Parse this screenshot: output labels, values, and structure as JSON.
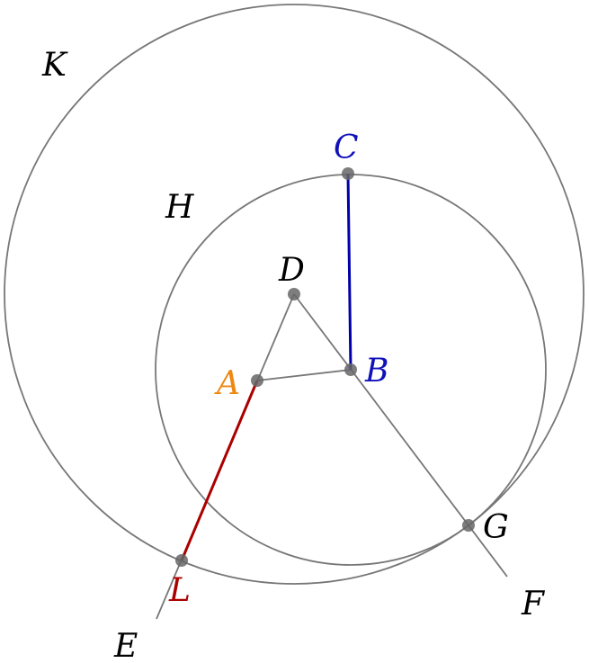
{
  "colors": {
    "construction": "#777777",
    "point_fill": "#666666",
    "label_default": "#000000",
    "label_A": "#ee8811",
    "label_B": "#1111bb",
    "label_C": "#1111bb",
    "label_L": "#aa0000",
    "segment_BC": "#0000aa",
    "segment_AL": "#aa0000"
  },
  "labels": {
    "A": "A",
    "B": "B",
    "C": "C",
    "D": "D",
    "E": "E",
    "F": "F",
    "G": "G",
    "H": "H",
    "K": "K",
    "L": "L"
  }
}
